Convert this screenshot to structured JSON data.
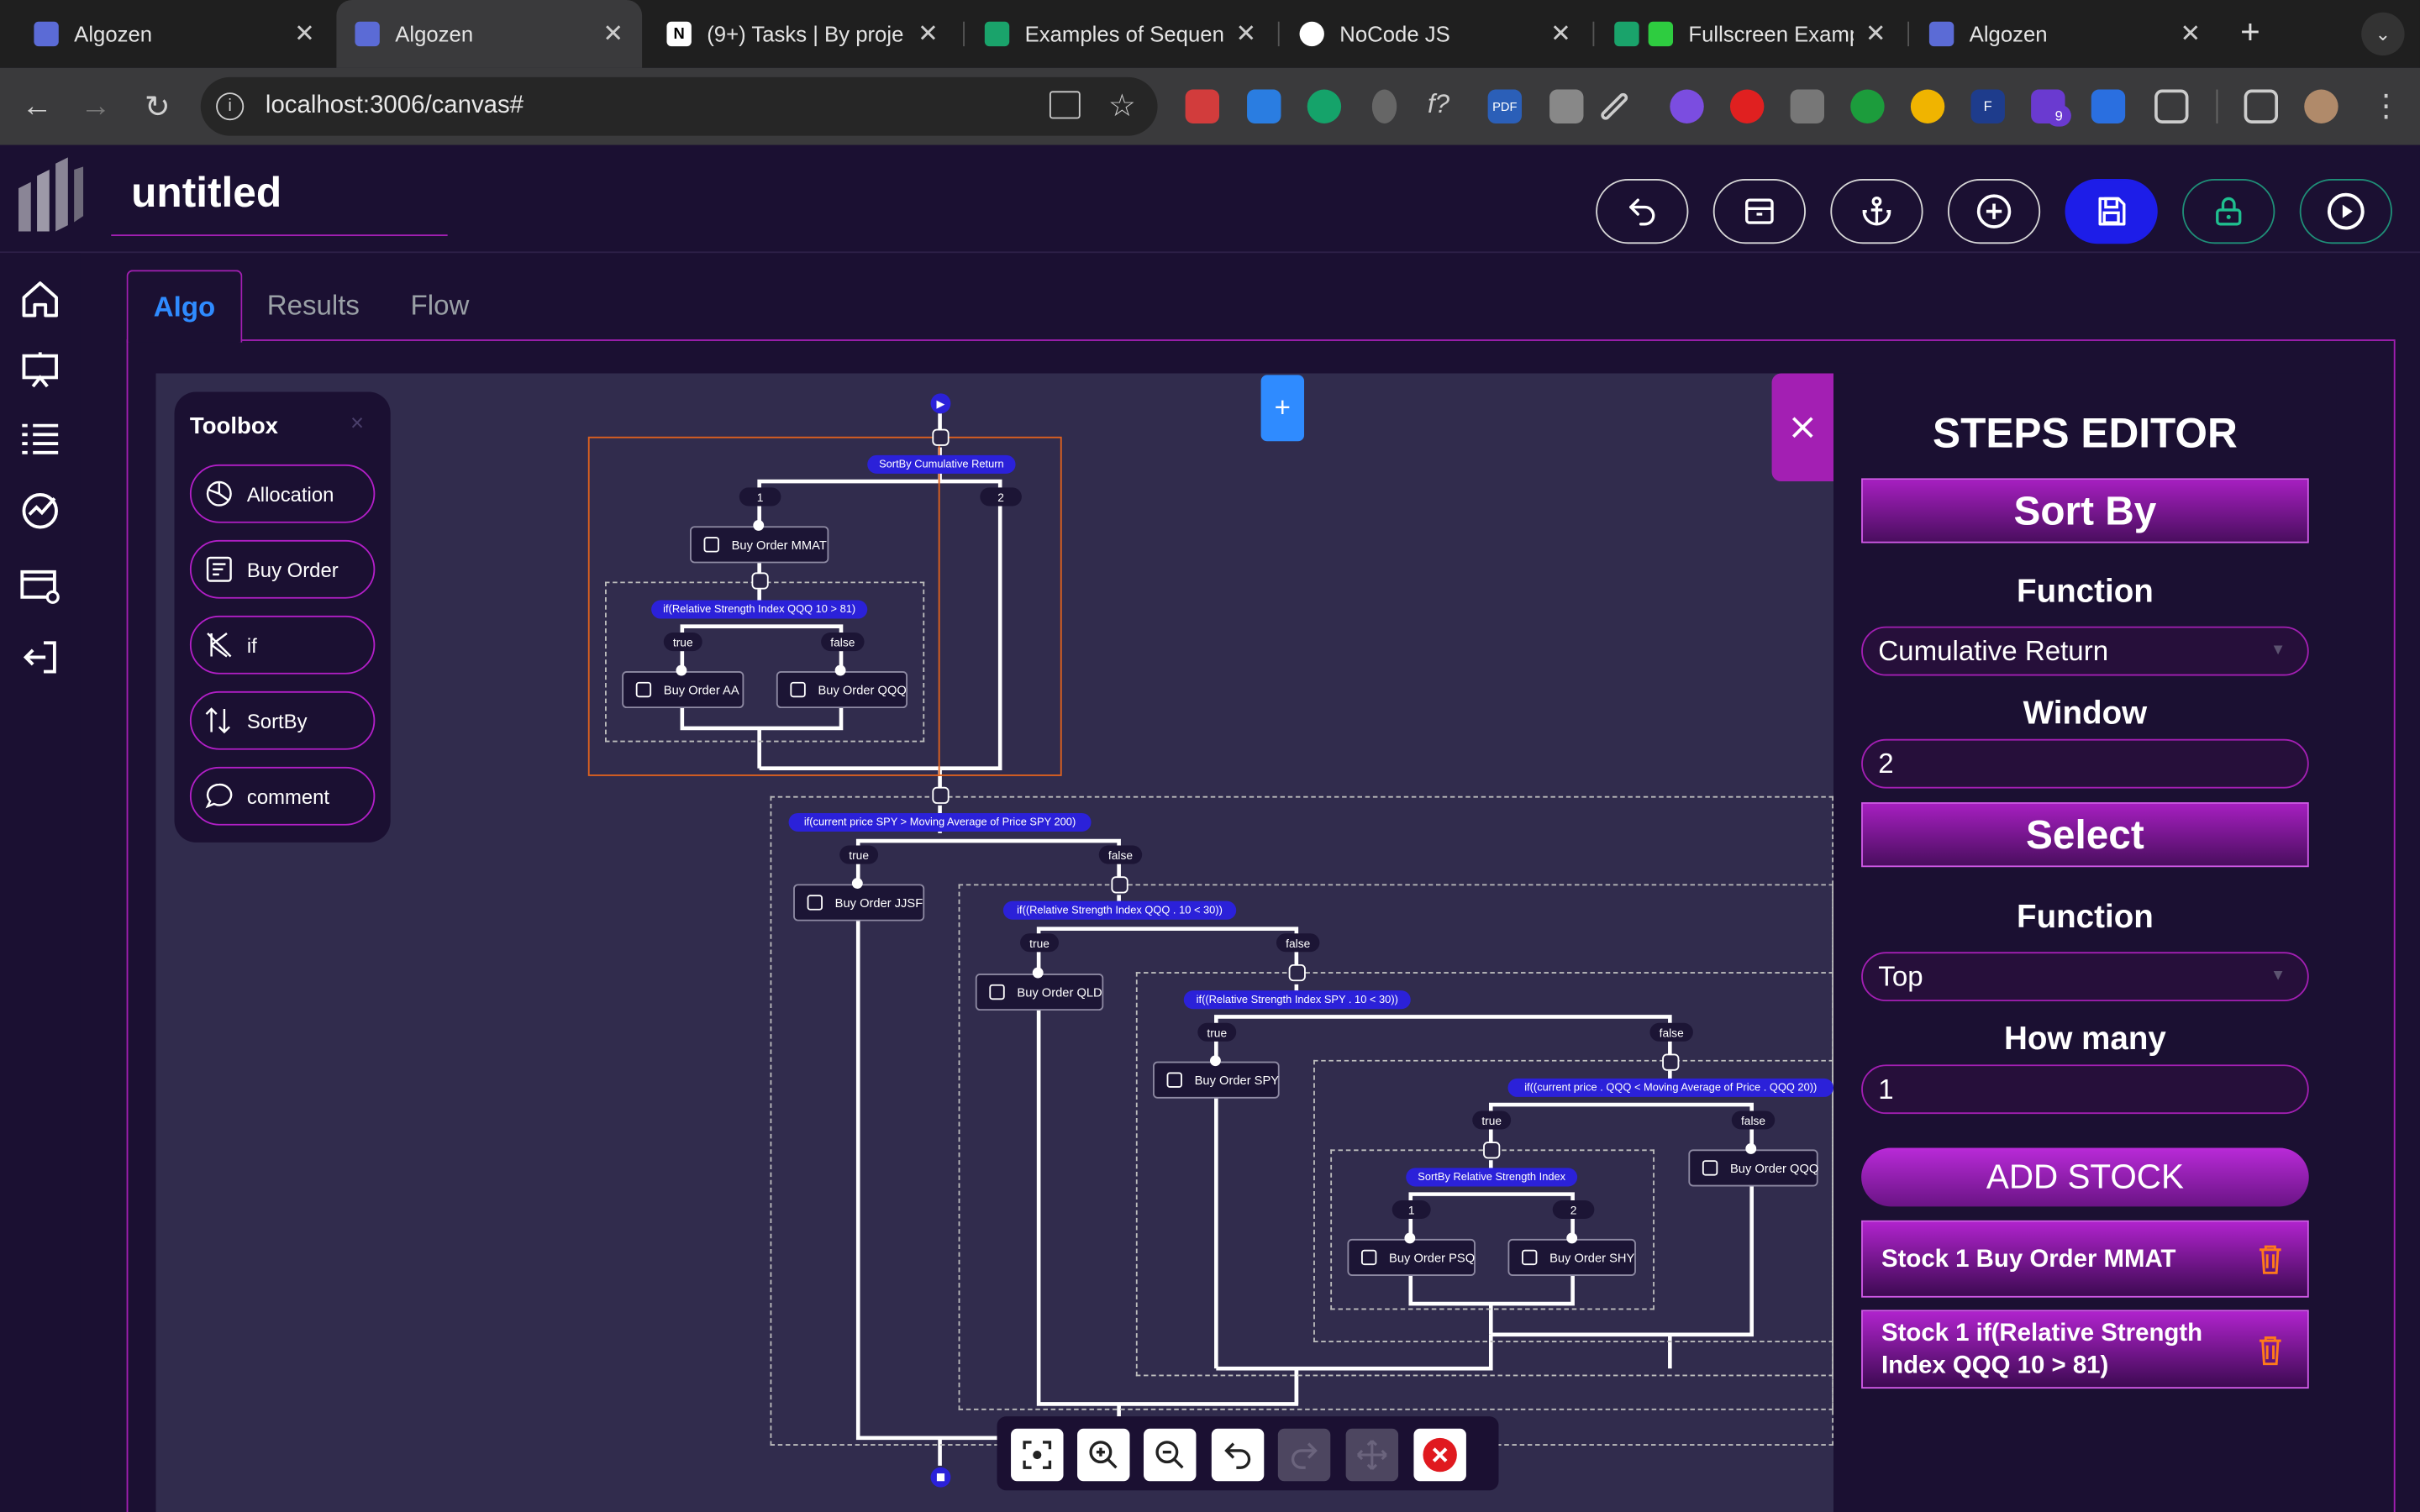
{
  "browser": {
    "tabs": [
      {
        "title": "Algozen",
        "active": false
      },
      {
        "title": "Algozen",
        "active": true
      },
      {
        "title": "(9+) Tasks | By proje",
        "active": false
      },
      {
        "title": "Examples of Sequen",
        "active": false
      },
      {
        "title": "NoCode JS",
        "active": false
      },
      {
        "title": "Fullscreen Examp",
        "active": false
      },
      {
        "title": "Algozen",
        "active": false
      }
    ],
    "new_tab": "+",
    "url": "localhost:3006/canvas#",
    "extension_badge": "9"
  },
  "app": {
    "title": "untitled",
    "header_buttons": [
      "undo",
      "archive",
      "anchor",
      "add",
      "save",
      "lock",
      "run"
    ],
    "sidebar_icons": [
      "home-icon",
      "presentation-icon",
      "list-icon",
      "chart-globe-icon",
      "window-settings-icon",
      "logout-icon"
    ],
    "tabs": [
      "Algo",
      "Results",
      "Flow"
    ],
    "active_tab": "Algo"
  },
  "toolbox": {
    "title": "Toolbox",
    "close": "×",
    "items": [
      {
        "label": "Allocation",
        "icon": "pie-chart-icon"
      },
      {
        "label": "Buy Order",
        "icon": "order-icon"
      },
      {
        "label": "if",
        "icon": "branch-icon"
      },
      {
        "label": "SortBy",
        "icon": "sort-icon"
      },
      {
        "label": "comment",
        "icon": "comment-icon"
      }
    ]
  },
  "canvas": {
    "add_button": "+",
    "nodes": {
      "sortby1": "SortBy Cumulative Return",
      "rank1": "1",
      "rank2": "2",
      "buy_mmat": "Buy Order MMAT",
      "if_rsi_qqq": "if(Relative Strength Index QQQ 10 > 81)",
      "true1": "true",
      "false1": "false",
      "buy_aa": "Buy Order AA",
      "buy_qqq1": "Buy Order QQQ",
      "if_spy_ma": "if(current price SPY > Moving Average of Price SPY 200)",
      "true2": "true",
      "false2": "false",
      "buy_jjsf": "Buy Order JJSF",
      "if_rsi_qqq30": "if((Relative Strength Index QQQ . 10 < 30))",
      "true3": "true",
      "false3": "false",
      "buy_qld": "Buy Order QLD",
      "if_rsi_spy30": "if((Relative Strength Index SPY . 10 < 30))",
      "true4": "true",
      "false4": "false",
      "buy_spy": "Buy Order SPY",
      "if_price_qqq": "if((current price . QQQ < Moving Average of Price . QQQ 20))",
      "true5": "true",
      "false5": "false",
      "sortby2": "SortBy Relative Strength Index",
      "rank3": "1",
      "rank4": "2",
      "buy_psq": "Buy Order PSQ",
      "buy_shy": "Buy Order SHY",
      "buy_qqq2": "Buy Order QQQ"
    }
  },
  "editor": {
    "title": "STEPS EDITOR",
    "sort_section": "Sort By",
    "function_label": "Function",
    "sort_function": "Cumulative Return",
    "window_label": "Window",
    "window_value": "2",
    "select_section": "Select",
    "select_function_label": "Function",
    "select_function": "Top",
    "how_many_label": "How many",
    "how_many_value": "1",
    "add_stock": "ADD STOCK",
    "stocks": [
      {
        "label": "Stock 1 Buy Order MMAT"
      },
      {
        "label": "Stock 1 if(Relative Strength Index QQQ 10 > 81)"
      }
    ]
  },
  "colors": {
    "background": "#1b1032",
    "accent_magenta": "#a31fb3",
    "accent_blue": "#2f8bff",
    "save_blue": "#1d1de8",
    "condition_blue": "#2b21d9",
    "canvas": "#312c4d"
  }
}
